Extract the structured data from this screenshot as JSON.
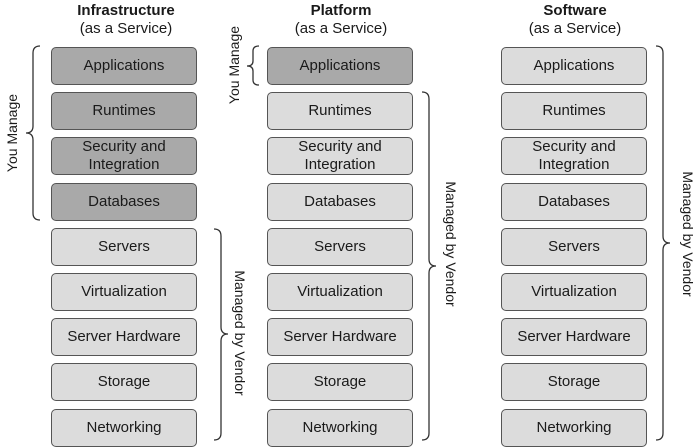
{
  "columns": [
    {
      "title": "Infrastructure",
      "subtitle": "(as a Service)",
      "you_manage_label": "You Manage",
      "vendor_label": "Managed by Vendor",
      "layers": [
        "Applications",
        "Runtimes",
        "Security and\nIntegration",
        "Databases",
        "Servers",
        "Virtualization",
        "Server Hardware",
        "Storage",
        "Networking"
      ]
    },
    {
      "title": "Platform",
      "subtitle": "(as a Service)",
      "you_manage_label": "You Manage",
      "vendor_label": "Managed by Vendor",
      "layers": [
        "Applications",
        "Runtimes",
        "Security and\nIntegration",
        "Databases",
        "Servers",
        "Virtualization",
        "Server Hardware",
        "Storage",
        "Networking"
      ]
    },
    {
      "title": "Software",
      "subtitle": "(as a Service)",
      "vendor_label": "Managed by Vendor",
      "layers": [
        "Applications",
        "Runtimes",
        "Security and\nIntegration",
        "Databases",
        "Servers",
        "Virtualization",
        "Server Hardware",
        "Storage",
        "Networking"
      ]
    }
  ],
  "colors": {
    "you_manage_fill": "#a9a9a9",
    "vendor_fill": "#dcdcdc",
    "border": "#555555"
  }
}
